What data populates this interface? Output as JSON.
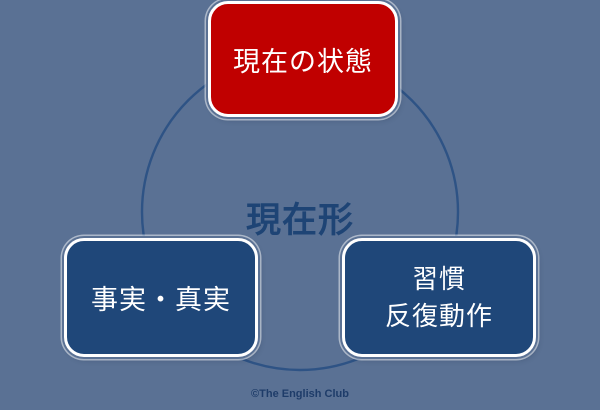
{
  "diagram": {
    "background_color": "#5A7194",
    "circle_color": "#2E5385",
    "center_label": "現在形",
    "center_label_color": "#1E4475",
    "node_text_color": "#FFFFFF",
    "nodes": [
      {
        "position": "top",
        "label": "現在の状態",
        "fill": "#C00000"
      },
      {
        "position": "bottom-left",
        "label": "事実・真実",
        "fill": "#1F4779"
      },
      {
        "position": "bottom-right",
        "lines": [
          "習慣",
          "反復動作"
        ],
        "fill": "#1F4779"
      }
    ]
  },
  "footer": {
    "copyright": "©The English Club"
  }
}
